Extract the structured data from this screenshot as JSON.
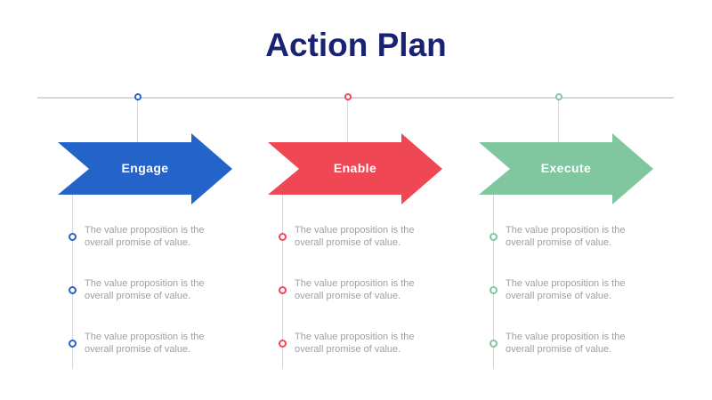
{
  "title": "Action Plan",
  "colors": {
    "navy": "#1A2370",
    "line_gray": "#D8D8D8",
    "text_gray": "#9CA1A6"
  },
  "columns": [
    {
      "label": "Engage",
      "color": "#2463C8",
      "items": [
        "The value proposition is the overall promise of value.",
        "The value proposition is the overall promise of value.",
        "The value proposition is the overall promise of value."
      ]
    },
    {
      "label": "Enable",
      "color": "#F04755",
      "items": [
        "The value proposition is the overall promise of value.",
        "The value proposition is the overall promise of value.",
        "The value proposition is the overall promise of value."
      ]
    },
    {
      "label": "Execute",
      "color": "#80C7A0",
      "items": [
        "The value proposition is the overall promise of value.",
        "The value proposition is the overall promise of value.",
        "The value proposition is the overall promise of value."
      ]
    }
  ]
}
